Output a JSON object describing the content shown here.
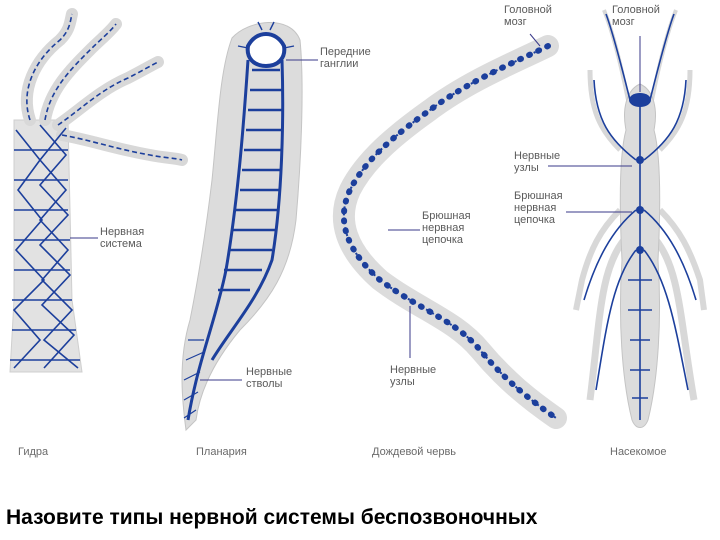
{
  "labels": {
    "hydra_nervous": "Нервная\nсистема",
    "planaria_ganglia": "Передние\nганглии",
    "planaria_trunks": "Нервные\nстволы",
    "worm_chain": "Брюшная\nнервная\nцепочка",
    "worm_nodes": "Нервные\nузлы",
    "worm_brain": "Головной\nмозг",
    "insect_brain": "Головной\nмозг",
    "insect_nodes": "Нервные\nузлы",
    "insect_chain": "Брюшная\nнервная\nцепочка"
  },
  "captions": {
    "hydra": "Гидра",
    "planaria": "Планария",
    "earthworm": "Дождевой червь",
    "insect": "Насекомое"
  },
  "footer": "Назовите типы нервной системы беспозвоночных",
  "colors": {
    "nerve": "#1c3f9c",
    "body": "#dcdcdc",
    "body_edge": "#c4c4c4",
    "leader": "#3a3a8a"
  }
}
